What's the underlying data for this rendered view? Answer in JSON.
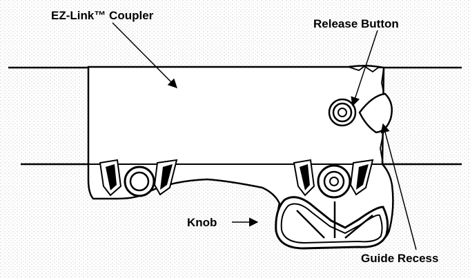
{
  "labels": {
    "coupler": "EZ-Link™ Coupler",
    "release_button": "Release Button",
    "knob": "Knob",
    "guide_recess": "Guide Recess"
  },
  "colors": {
    "ink": "#000000",
    "paper": "#ffffff",
    "stipple": "#9a9a9a"
  }
}
